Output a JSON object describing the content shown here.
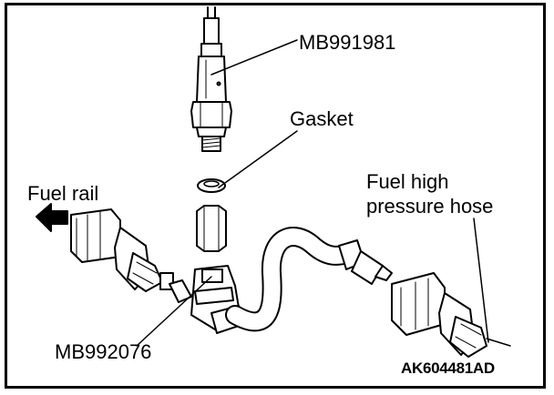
{
  "labels": {
    "tool_top": "MB991981",
    "gasket": "Gasket",
    "fuel_rail": "Fuel rail",
    "hose_line1": "Fuel high",
    "hose_line2": "pressure hose",
    "tool_bottom": "MB992076",
    "figure_code": "AK604481AD"
  }
}
